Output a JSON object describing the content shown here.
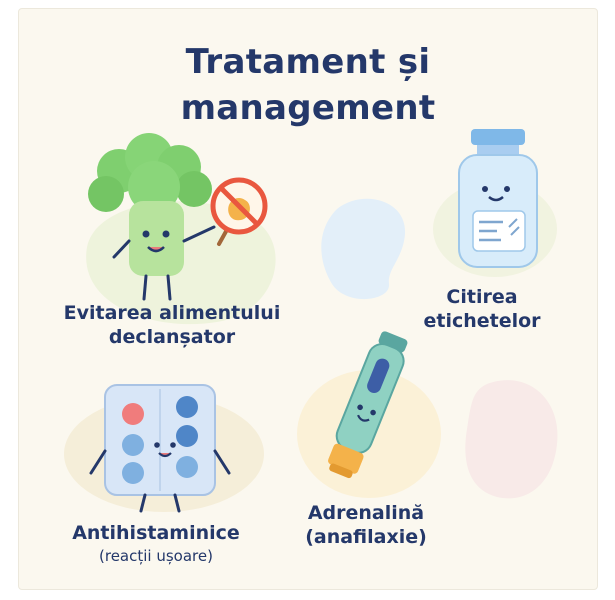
{
  "title_line1": "Tratament și",
  "title_line2": "management",
  "items": [
    {
      "line1": "Evitarea alimentului",
      "line2": "declanșator",
      "icon": "broccoli-character-with-no-allergen-sign"
    },
    {
      "line1": "Citirea",
      "line2": "etichetelor",
      "icon": "smiling-bottle-with-label"
    },
    {
      "line1": "Antihistaminice",
      "line2": "(reacții ușoare)",
      "icon": "smiling-blister-pack-of-pills"
    },
    {
      "line1": "Adrenalină",
      "line2": "(anafilaxie)",
      "icon": "smiling-epinephrine-auto-injector"
    }
  ],
  "colors": {
    "title": "#24386a",
    "background": "#fbf8ef",
    "accent_green": "#7fcf6f",
    "accent_blue": "#a9cdf0",
    "accent_red": "#e9573f",
    "accent_orange": "#f4b24a",
    "accent_teal": "#7ac0b3"
  }
}
